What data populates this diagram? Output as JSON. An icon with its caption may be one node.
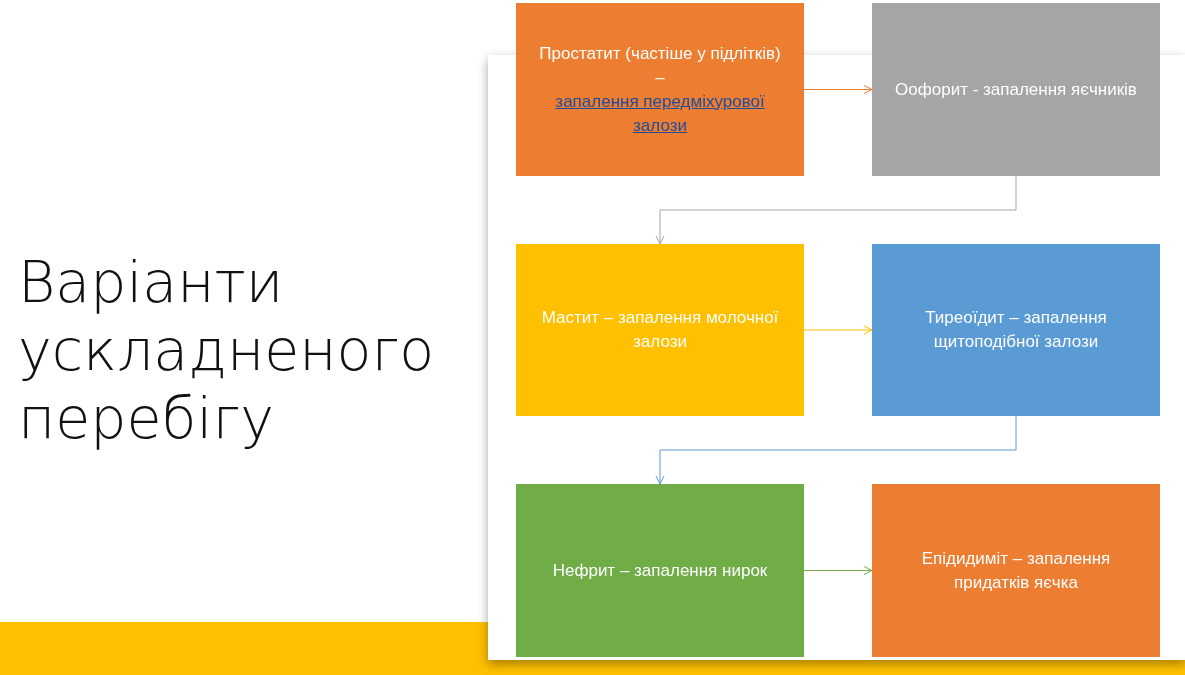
{
  "diagram": {
    "title": "Варіанти ускладненого перебігу",
    "nodes": [
      {
        "text": [
          "Простатит (частіше у підлітків) –",
          "запалення передміхурової залози"
        ]
      },
      {
        "text": [
          "Оофорит - запалення яєчників"
        ]
      },
      {
        "text": [
          "Мастит – запалення молочної залози"
        ]
      },
      {
        "text": [
          "Тиреоїдит – запалення щитоподібної залози"
        ]
      },
      {
        "text": [
          "Нефрит – запалення нирок"
        ]
      },
      {
        "text": [
          "Епідидиміт – запалення придатків яєчка"
        ]
      }
    ],
    "edges": [
      {
        "from": 0,
        "to": 1,
        "arrow": "to",
        "color": "#ed7d31"
      },
      {
        "from": 1,
        "to": 2,
        "arrow": "to",
        "color": "#a5a5a5"
      },
      {
        "from": 2,
        "to": 3,
        "arrow": "to",
        "color": "#ffc000"
      },
      {
        "from": 3,
        "to": 4,
        "arrow": "to",
        "color": "#5b9bd5"
      },
      {
        "from": 4,
        "to": 5,
        "arrow": "to",
        "color": "#70ad47"
      }
    ]
  }
}
